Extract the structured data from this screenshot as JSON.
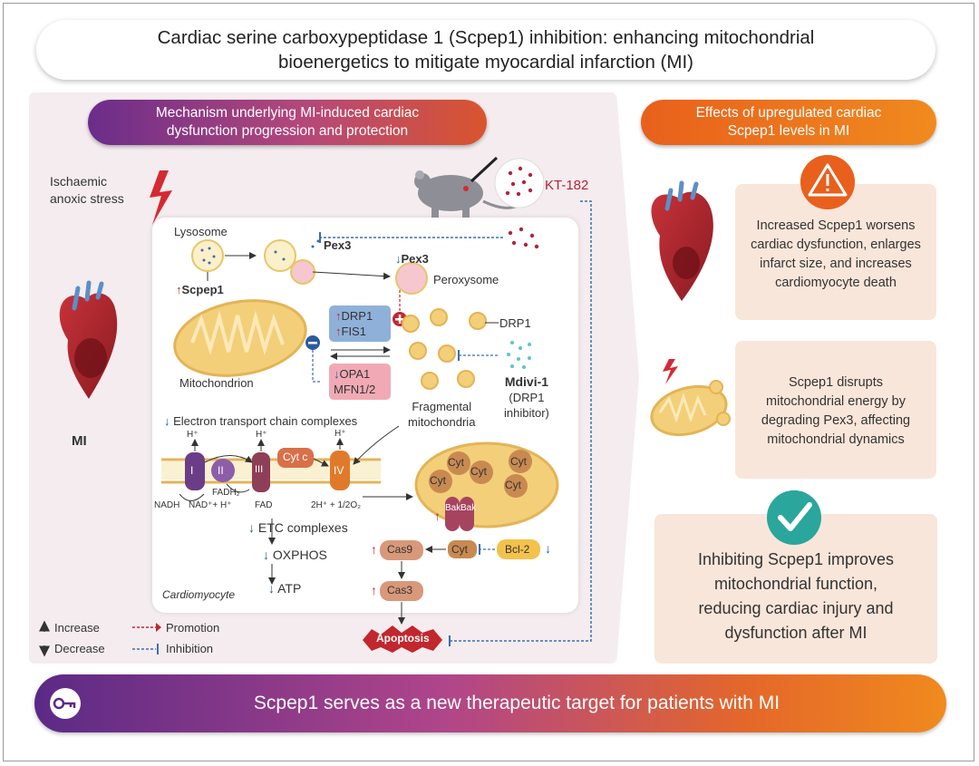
{
  "title": {
    "line1": "Cardiac serine carboxypeptidase 1 (Scpep1) inhibition: enhancing mitochondrial",
    "line2": "bioenergetics to mitigate myocardial infarction (MI)"
  },
  "mechanism": {
    "header_line1": "Mechanism underlying MI-induced cardiac",
    "header_line2": "dysfunction progression and protection",
    "stress_line1": "Ischaemic",
    "stress_line2": "anoxic stress",
    "kt182": "KT-182",
    "lysosome": "Lysosome",
    "scpep1": "Scpep1",
    "pex3": "Pex3",
    "pex3_down": "Pex3",
    "peroxysome": "Peroxysome",
    "mitochondrion": "Mitochondrion",
    "drp1": "DRP1",
    "fis1": "FIS1",
    "opa1": "OPA1",
    "mfn": "MFN1/2",
    "drp1_label": "DRP1",
    "mdivi": "Mdivi-1",
    "mdivi_sub1": "(DRP1",
    "mdivi_sub2": "inhibitor)",
    "frag_line1": "Fragmental",
    "frag_line2": "mitochondria",
    "etc_header": "Electron transport chain complexes",
    "complex1": "I",
    "complex2": "II",
    "complex3": "III",
    "complex4": "IV",
    "cytc": "Cyt c",
    "hplus": "H⁺",
    "nadh": "NADH",
    "nad": "NAD⁺+ H⁺",
    "fadh2": "FADH₂",
    "fad": "FAD",
    "o2": "2H⁺ + 1/2O₂",
    "etc_complexes": "ETC complexes",
    "oxphos": "OXPHOS",
    "atp": "ATP",
    "cardiomyocyte": "Cardiomyocyte",
    "cyt": "Cyt",
    "bak": "Bak",
    "cas9": "Cas9",
    "cas3": "Cas3",
    "bcl2": "Bcl-2",
    "apoptosis": "Apoptosis",
    "mi": "MI"
  },
  "legend": {
    "increase": "Increase",
    "decrease": "Decrease",
    "promotion": "Promotion",
    "inhibition": "Inhibition"
  },
  "effects": {
    "header_line1": "Effects of upregulated cardiac",
    "header_line2": "Scpep1 levels in MI",
    "card1_l1": "Increased Scpep1 worsens",
    "card1_l2": "cardiac dysfunction, enlarges",
    "card1_l3": "infarct size, and increases",
    "card1_l4": "cardiomyocyte death",
    "card2_l1": "Scpep1 disrupts",
    "card2_l2": "mitochondrial energy by",
    "card2_l3": "degrading Pex3, affecting",
    "card2_l4": "mitochondrial dynamics",
    "card3_l1": "Inhibiting Scpep1 improves",
    "card3_l2": "mitochondrial function,",
    "card3_l3": "reducing cardiac injury and",
    "card3_l4": "dysfunction after MI"
  },
  "footer": {
    "text": "Scpep1 serves as a new therapeutic target for patients with MI"
  }
}
